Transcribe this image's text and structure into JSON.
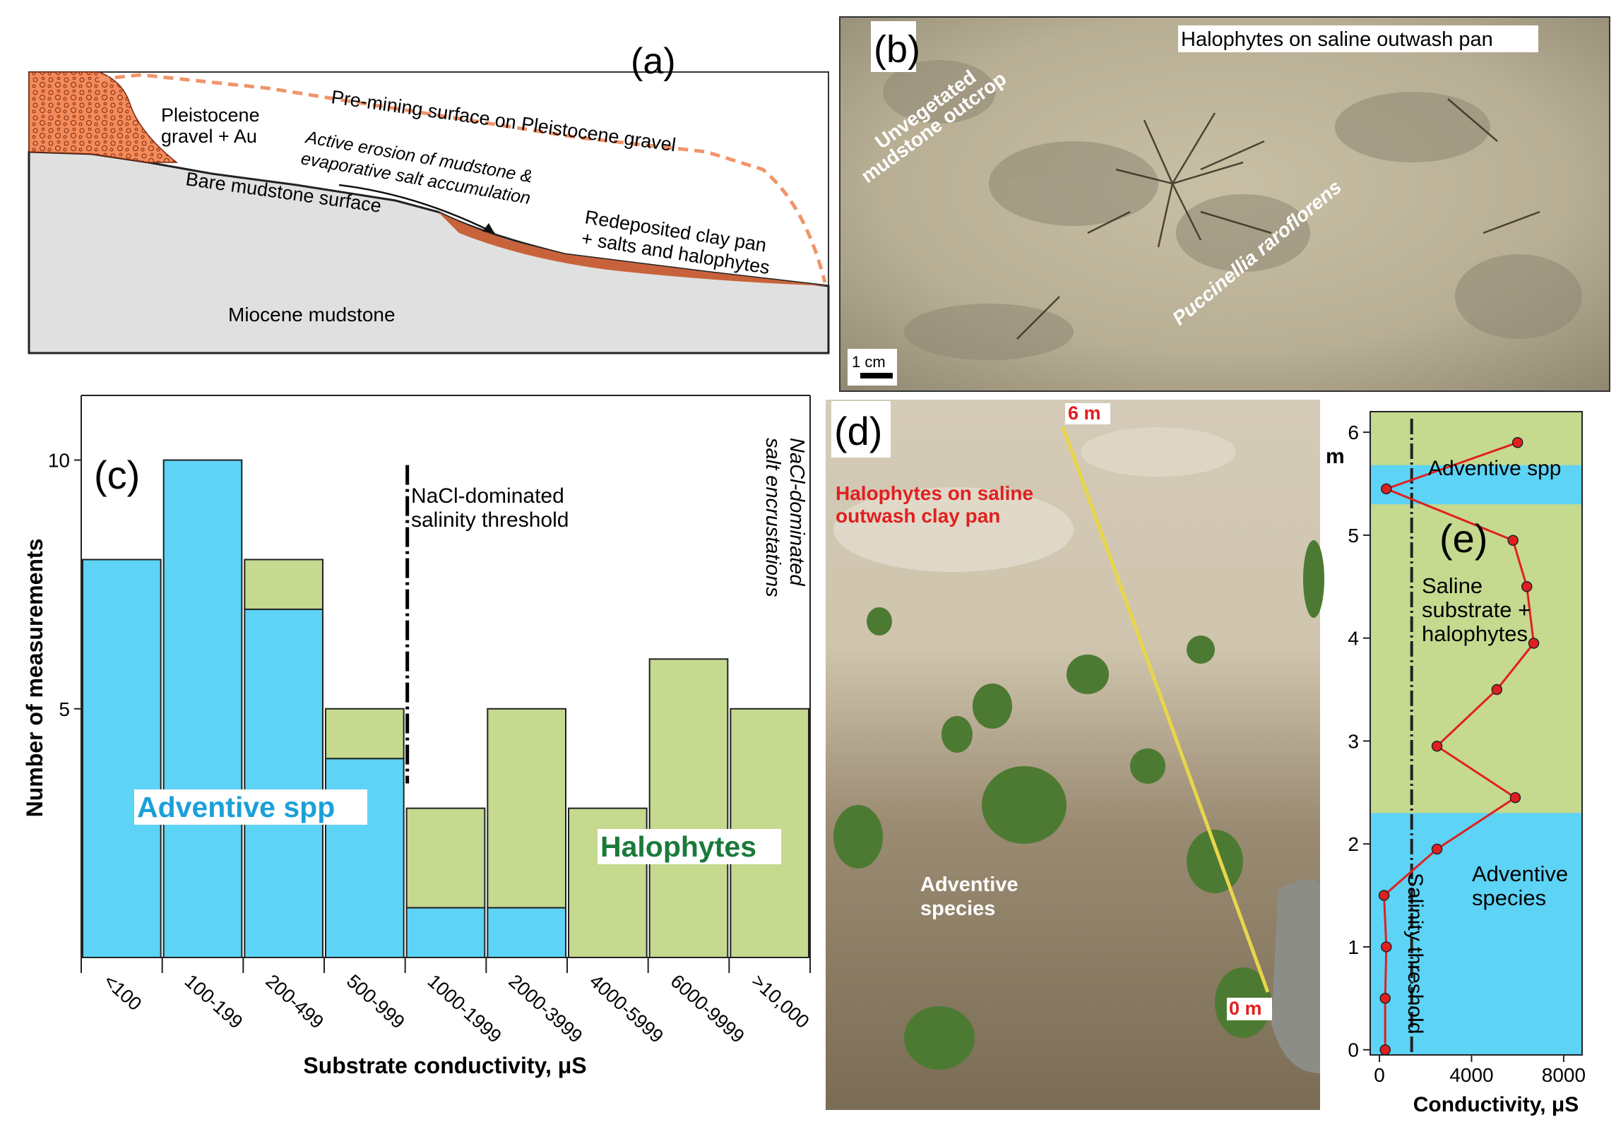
{
  "panel_a": {
    "letter": "(a)",
    "gravel_label_1": "Pleistocene",
    "gravel_label_2": "gravel + Au",
    "premining_label": "Pre-mining surface on Pleistocene gravel",
    "erosion_label_1": "Active erosion of mudstone &",
    "erosion_label_2": "evaporative salt accumulation",
    "bare_label": "Bare mudstone surface",
    "redeposited_label_1": "Redeposited clay pan",
    "redeposited_label_2": "+ salts and halophytes",
    "miocene_label": "Miocene mudstone",
    "colors": {
      "gravel": "#f58a5a",
      "clay": "#c8623a",
      "mudstone": "#e0e0e0",
      "dash": "#f0956a"
    }
  },
  "panel_b": {
    "letter": "(b)",
    "title": "Halophytes on saline outwash pan",
    "outcrop_label_1": "Unvegetated",
    "outcrop_label_2": "mudstone outcrop",
    "species_label": "Puccinellia raroflorens",
    "scale_label": "1 cm"
  },
  "panel_c": {
    "letter": "(c)",
    "ylabel": "Number of measurements",
    "xlabel": "Substrate conductivity, μS",
    "threshold_label_1": "NaCl-dominated",
    "threshold_label_2": "salinity threshold",
    "encrust_label_1": "NaCl-dominated",
    "encrust_label_2": "salt encrustations",
    "adventive_label": "Adventive spp",
    "halophytes_label": "Halophytes",
    "colors": {
      "adventive": "#5dd3f5",
      "halophytes": "#c5d98f",
      "adventive_text": "#1aa0d8",
      "halophytes_text": "#1a7a3a"
    }
  },
  "chart_data": [
    {
      "type": "bar",
      "stacked": true,
      "categories": [
        "<100",
        "100-199",
        "200-499",
        "500-999",
        "1000-1999",
        "2000-3999",
        "4000-5999",
        "6000-9999",
        ">10,000"
      ],
      "series": [
        {
          "name": "Adventive spp",
          "values": [
            8,
            10,
            7,
            4,
            1,
            1,
            0,
            0,
            0
          ]
        },
        {
          "name": "Halophytes",
          "values": [
            0,
            0,
            1,
            1,
            2,
            4,
            3,
            6,
            5
          ]
        }
      ],
      "yticks": [
        5,
        10
      ],
      "ylim": [
        0,
        11.3
      ],
      "xlabel": "Substrate conductivity, μS",
      "ylabel": "Number of measurements"
    },
    {
      "type": "line",
      "x": [
        6000,
        300,
        5800,
        6400,
        6700,
        5100,
        2500,
        5900,
        2500,
        200,
        300,
        250,
        250
      ],
      "y": [
        5.9,
        5.45,
        4.95,
        4.5,
        3.95,
        3.5,
        2.95,
        2.45,
        1.95,
        1.5,
        1.0,
        0.5,
        0.0
      ],
      "xticks": [
        0,
        4000,
        8000
      ],
      "yticks": [
        0,
        1,
        2,
        3,
        4,
        5,
        6
      ],
      "xlim": [
        -400,
        8800
      ],
      "ylim": [
        -0.05,
        6.2
      ],
      "threshold_x": 1400,
      "xlabel": "Conductivity, μS",
      "ylabel": "m"
    }
  ],
  "panel_d": {
    "letter": "(d)",
    "top_label": "6 m",
    "bottom_label": "0 m",
    "halo_label_1": "Halophytes on saline",
    "halo_label_2": "outwash clay pan",
    "adventive_label_1": "Adventive",
    "adventive_label_2": "species"
  },
  "panel_e": {
    "letter": "(e)",
    "unit": "m",
    "adventive_band_label": "Adventive spp",
    "saline_label_1": "Saline",
    "saline_label_2": "substrate +",
    "saline_label_3": "halophytes",
    "adventive_label_1": "Adventive",
    "adventive_label_2": "species",
    "threshold_label": "Salinity threshold",
    "xlabel": "Conductivity, μS",
    "colors": {
      "saline": "#c5d98f",
      "adventive": "#5dd3f5",
      "line": "#e02020"
    }
  }
}
